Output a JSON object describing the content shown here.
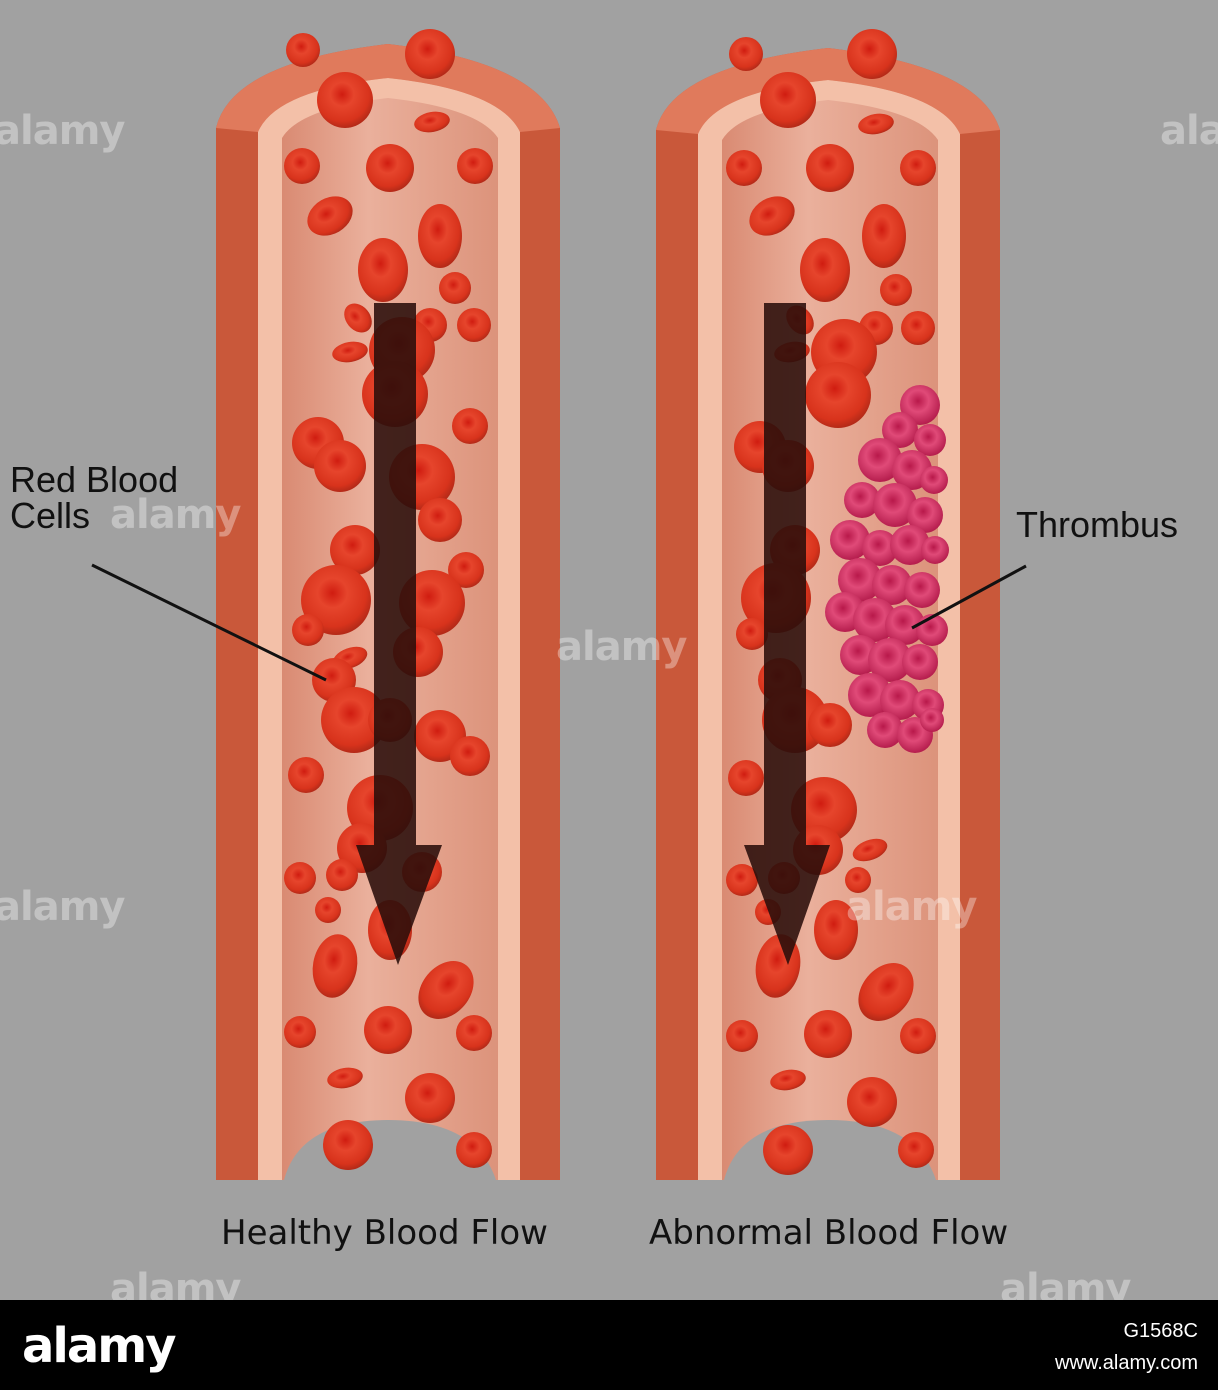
{
  "captions": {
    "healthy": "Healthy Blood Flow",
    "abnormal": "Abnormal Blood Flow"
  },
  "labels": {
    "red_blood_cells_line1": "Red Blood",
    "red_blood_cells_line2": "Cells",
    "thrombus": "Thrombus"
  },
  "watermark": {
    "text": "alamy"
  },
  "footer": {
    "logo": "alamy",
    "image_id": "G1568C",
    "url": "www.alamy.com"
  },
  "colors": {
    "background": "#a1a1a1",
    "vessel_wall": "#c9583a",
    "vessel_inner_lining": "#f3c0a8",
    "lumen": "#e29a84",
    "red_blood_cell": "#e0341f",
    "thrombus_cell": "#d12a5b",
    "flow_arrow": "#2a0e0a"
  },
  "icons": {
    "flow_direction": "down-arrow"
  }
}
